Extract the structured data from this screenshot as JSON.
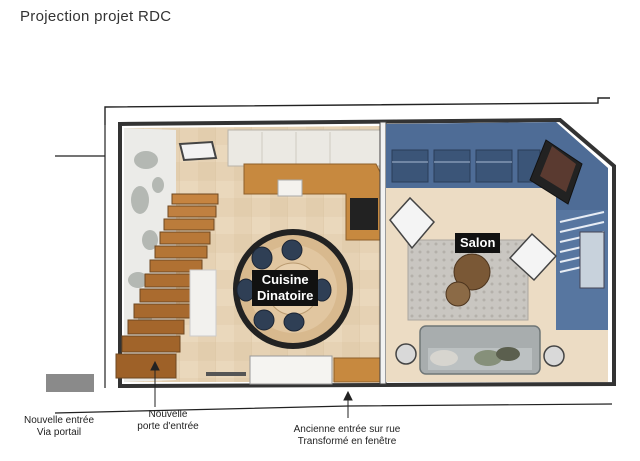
{
  "title": "Projection projet RDC",
  "rooms": {
    "kitchen": "Cuisine\nDinatoire",
    "living": "Salon"
  },
  "annotations": {
    "new_entry": [
      "Nouvelle  entrée",
      "Via portail"
    ],
    "new_door": [
      "Nouvelle",
      "porte d'entrée"
    ],
    "old_entry": [
      "Ancienne entrée sur rue",
      "Transformé en fenêtre"
    ]
  },
  "colors": {
    "floor_tile": "#e6d2b4",
    "living_floor": "#ecdcc4",
    "wood": "#c7893f",
    "stairs": "#b87838",
    "blue_wall": "#4e6c96",
    "counter": "#ebe9e3",
    "table": "#d5b78c",
    "chair": "#2f3f55",
    "sofa": "#a8adae"
  }
}
